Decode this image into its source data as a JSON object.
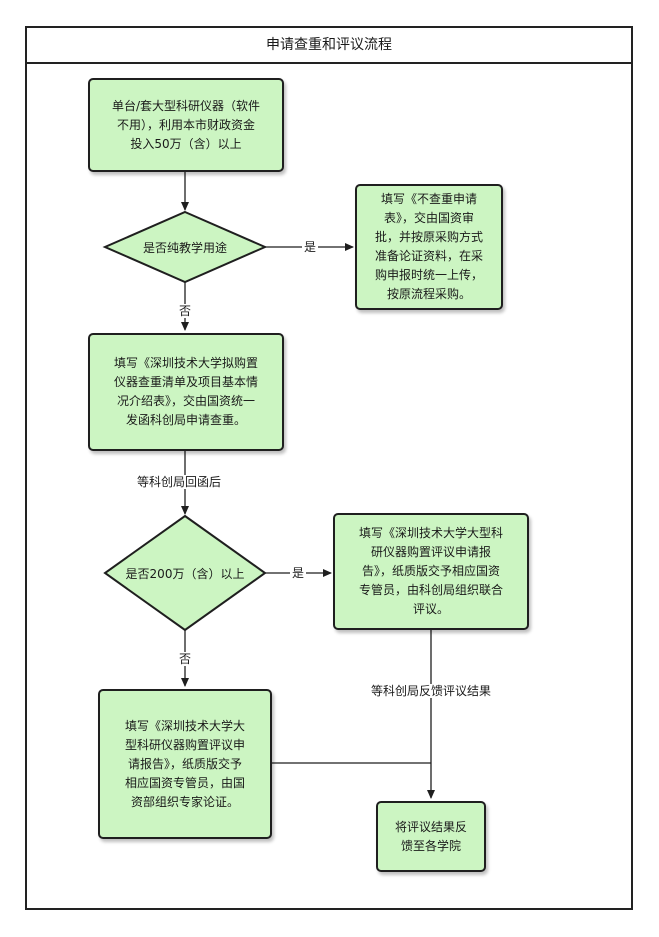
{
  "title": "申请查重和评议流程",
  "colors": {
    "node_fill": "#ccf5c2",
    "stroke": "#1f1f1f"
  },
  "nodes": {
    "start": {
      "lines": [
        "单台/套大型科研仪器（软件",
        "不用），利用本市财政资金",
        "投入50万（含）以上"
      ]
    },
    "decision_teaching": {
      "text": "是否纯教学用途"
    },
    "no_check_form": {
      "lines": [
        "填写《不查重申请",
        "表》，交由国资审",
        "批，并按原采购方式",
        "准备论证资料，在采",
        "购申报时统一上传，",
        "按原流程采购。"
      ]
    },
    "check_list": {
      "lines": [
        "填写《深圳技术大学拟购置",
        "仪器查重清单及项目基本情",
        "况介绍表》，交由国资统一",
        "发函科创局申请查重。"
      ]
    },
    "decision_200": {
      "text": "是否200万（含）以上"
    },
    "eval_report_large": {
      "lines": [
        "填写《深圳技术大学大型科",
        "研仪器购置评议申请报",
        "告》，纸质版交予相应国资",
        "专管员，由科创局组织联合",
        "评议。"
      ]
    },
    "eval_report_small": {
      "lines": [
        "填写《深圳技术大学大",
        "型科研仪器购置评议申",
        "请报告》，纸质版交予",
        "相应国资专管员，由国",
        "资部组织专家论证。"
      ]
    },
    "feedback": {
      "lines": [
        "将评议结果反",
        "馈至各学院"
      ]
    }
  },
  "edge_labels": {
    "yes_1": "是",
    "no_1": "否",
    "after_reply": "等科创局回函后",
    "yes_2": "是",
    "no_2": "否",
    "after_feedback": "等科创局反馈评议结果"
  }
}
